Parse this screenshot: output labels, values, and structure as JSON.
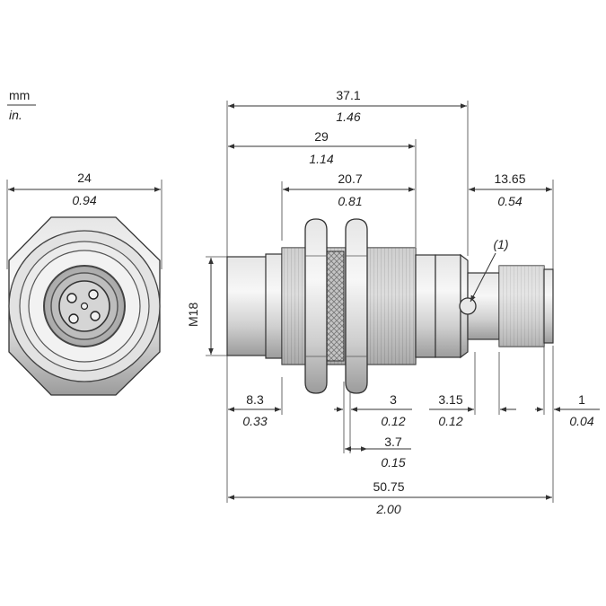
{
  "units": {
    "primary": "mm",
    "secondary": "in."
  },
  "front_view": {
    "width": {
      "mm": "24",
      "in": "0.94"
    }
  },
  "side_view": {
    "callout": "(1)",
    "thread_label": "M18",
    "dimensions": {
      "overall_body": {
        "mm": "37.1",
        "in": "1.46"
      },
      "to_threads_end": {
        "mm": "29",
        "in": "1.14"
      },
      "thread_length": {
        "mm": "20.7",
        "in": "0.81"
      },
      "connector": {
        "mm": "13.65",
        "in": "0.54"
      },
      "front_face": {
        "mm": "8.3",
        "in": "0.33"
      },
      "nut": {
        "mm": "3",
        "in": "0.12"
      },
      "nut_gap": {
        "mm": "3.7",
        "in": "0.15"
      },
      "neck": {
        "mm": "3.15",
        "in": "0.12"
      },
      "end_ring": {
        "mm": "1",
        "in": "0.04"
      },
      "total": {
        "mm": "50.75",
        "in": "2.00"
      }
    }
  }
}
